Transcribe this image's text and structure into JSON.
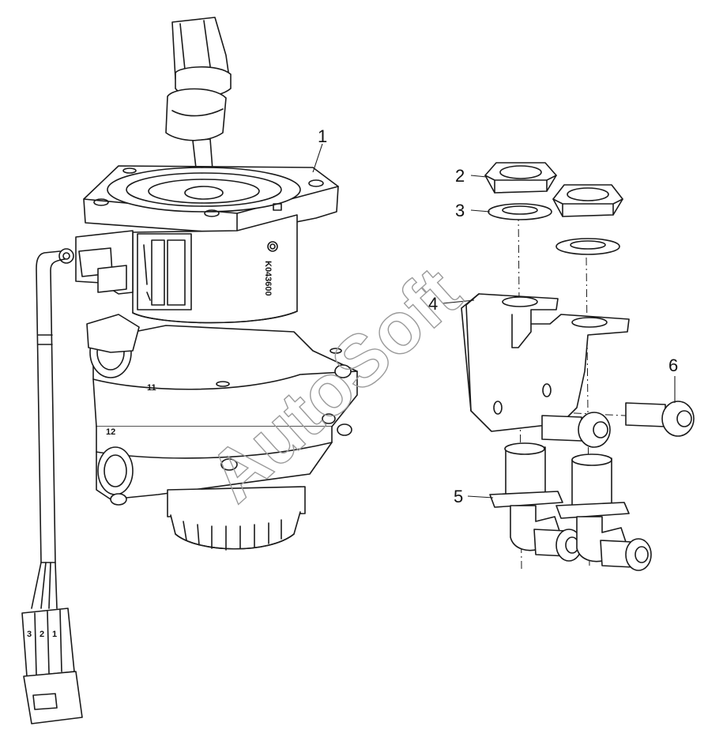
{
  "watermark": "AutoSoft",
  "callouts": [
    {
      "id": "1",
      "label": "1"
    },
    {
      "id": "2",
      "label": "2"
    },
    {
      "id": "3",
      "label": "3"
    },
    {
      "id": "4",
      "label": "4"
    },
    {
      "id": "5",
      "label": "5"
    },
    {
      "id": "6",
      "label": "6"
    }
  ],
  "part_markings": {
    "port_11": "11",
    "port_12": "12",
    "part_code": "K043600",
    "pins": [
      "3",
      "2",
      "1"
    ]
  }
}
